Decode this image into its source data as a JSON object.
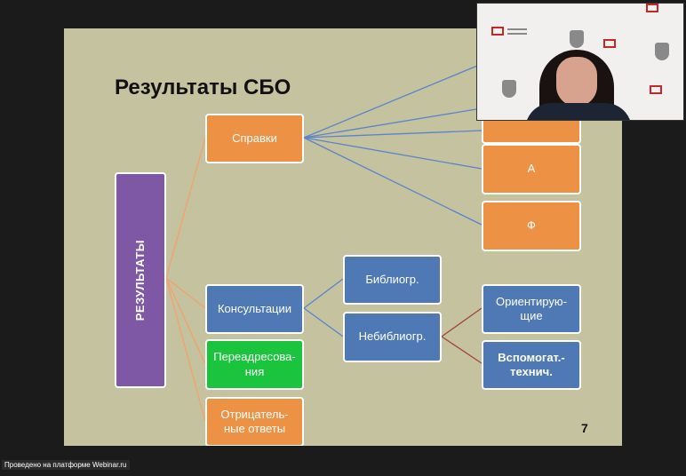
{
  "slide": {
    "title": "Результаты СБО",
    "page_number": "7",
    "root_label": "РЕЗУЛЬТАТЫ",
    "boxes": {
      "spravki": "Справки",
      "consultations": "Консультации",
      "redirect": "Переадресова-ния",
      "negative": "Отрицатель-ные ответы",
      "bibliog": "Библиогр.",
      "nebibliog": "Небиблиогр.",
      "a": "А",
      "f": "Ф",
      "orient": "Ориентирую-щие",
      "aux": "Вспомогат.-технич."
    }
  },
  "footer": {
    "label": "Проведено на платформе Webinar.ru"
  },
  "colors": {
    "slide_bg": "#c5c2a0",
    "orange": "#ed9244",
    "blue": "#4f79b5",
    "green": "#1ac43c",
    "purple": "#7e58a4",
    "line_blue": "#5b84c8",
    "line_orange": "#f2a26a",
    "line_red": "#a0463c"
  }
}
